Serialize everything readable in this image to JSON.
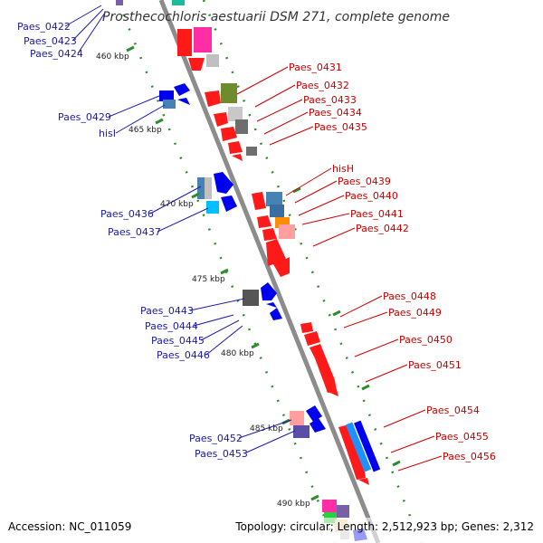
{
  "map": {
    "title": "Prosthecochloris aestuarii DSM 271, complete genome",
    "colors": {
      "left_label": "#1a1aa8",
      "right_label": "#cc0000",
      "backbone": "#8c8c8c",
      "tick": "#2e8b2e"
    },
    "kbp_marks": [
      "460 kbp",
      "465 kbp",
      "470 kbp",
      "475 kbp",
      "480 kbp",
      "485 kbp",
      "490 kbp"
    ],
    "left_labels": [
      "Paes_0422",
      "Paes_0423",
      "Paes_0424",
      "Paes_0429",
      "hisI",
      "Paes_0436",
      "Paes_0437",
      "Paes_0443",
      "Paes_0444",
      "Paes_0445",
      "Paes_0446",
      "Paes_0452",
      "Paes_0453"
    ],
    "right_labels": [
      "Paes_0431",
      "Paes_0432",
      "Paes_0433",
      "Paes_0434",
      "Paes_0435",
      "hisH",
      "Paes_0439",
      "Paes_0440",
      "Paes_0441",
      "Paes_0442",
      "Paes_0448",
      "Paes_0449",
      "Paes_0450",
      "Paes_0451",
      "Paes_0454",
      "Paes_0455",
      "Paes_0456"
    ]
  },
  "footer": {
    "accession": "Accession: NC_011059",
    "summary": "Topology: circular; Length: 2,512,923 bp; Genes: 2,312"
  }
}
